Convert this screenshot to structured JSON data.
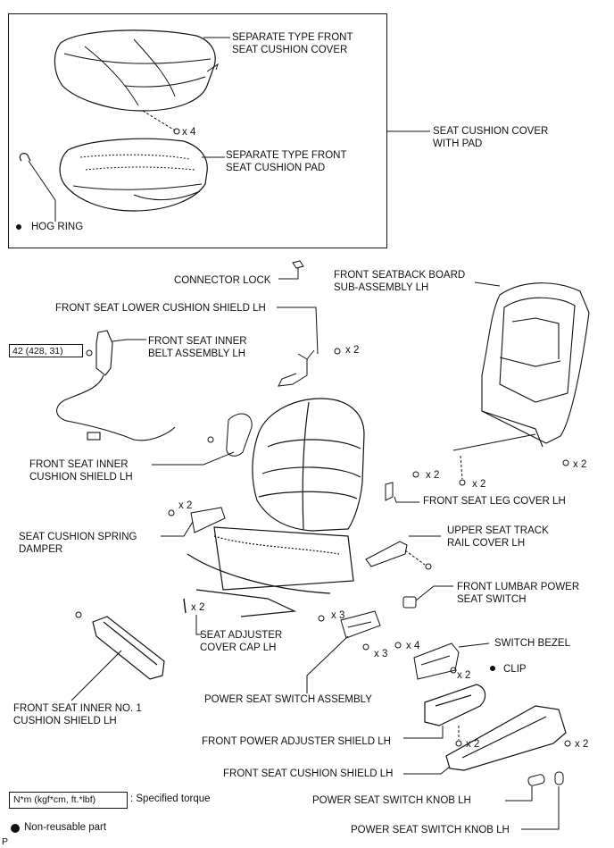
{
  "diagram": {
    "labels": {
      "seat_cushion_cover": "SEPARATE TYPE FRONT\nSEAT CUSHION COVER",
      "qty_x4_cover": "x 4",
      "seat_cushion_pad": "SEPARATE TYPE FRONT\nSEAT CUSHION PAD",
      "hog_ring": "HOG RING",
      "cover_with_pad": "SEAT CUSHION COVER\nWITH PAD",
      "connector_lock": "CONNECTOR LOCK",
      "seatback_board": "FRONT SEATBACK BOARD\nSUB-ASSEMBLY LH",
      "lower_cushion_shield": "FRONT SEAT LOWER CUSHION SHIELD LH",
      "torque_value": "42 (428, 31)",
      "inner_belt": "FRONT SEAT INNER\nBELT ASSEMBLY LH",
      "qty_x2_a": "x 2",
      "inner_cushion_shield": "FRONT SEAT INNER\nCUSHION SHIELD LH",
      "qty_x2_b": "x 2",
      "qty_x2_c": "x 2",
      "qty_x2_d": "x 2",
      "leg_cover": "FRONT SEAT LEG COVER LH",
      "qty_x2_e": "x 2",
      "spring_damper": "SEAT CUSHION SPRING\nDAMPER",
      "track_rail_cover": "UPPER SEAT TRACK\nRAIL COVER LH",
      "lumbar_switch": "FRONT LUMBAR POWER\nSEAT SWITCH",
      "qty_x2_f": "x 2",
      "qty_x3_a": "x 3",
      "adjuster_cap": "SEAT ADJUSTER\nCOVER CAP LH",
      "switch_bezel": "SWITCH BEZEL",
      "qty_x4_b": "x 4",
      "qty_x3_b": "x 3",
      "qty_x2_g": "x 2",
      "clip": "CLIP",
      "switch_assembly": "POWER SEAT SWITCH ASSEMBLY",
      "inner_no1_shield": "FRONT SEAT INNER NO. 1\nCUSHION SHIELD LH",
      "power_adjuster_shield": "FRONT POWER ADJUSTER SHIELD LH",
      "qty_x2_h": "x 2",
      "qty_x2_i": "x 2",
      "cushion_shield": "FRONT SEAT CUSHION SHIELD LH",
      "knob_1": "POWER SEAT SWITCH KNOB LH",
      "knob_2": "POWER SEAT SWITCH KNOB LH"
    },
    "legend": {
      "torque_units": "N*m (kgf*cm, ft.*lbf)",
      "torque_desc": ": Specified torque",
      "nonreusable": "Non-reusable part"
    },
    "corner_mark": "P"
  }
}
